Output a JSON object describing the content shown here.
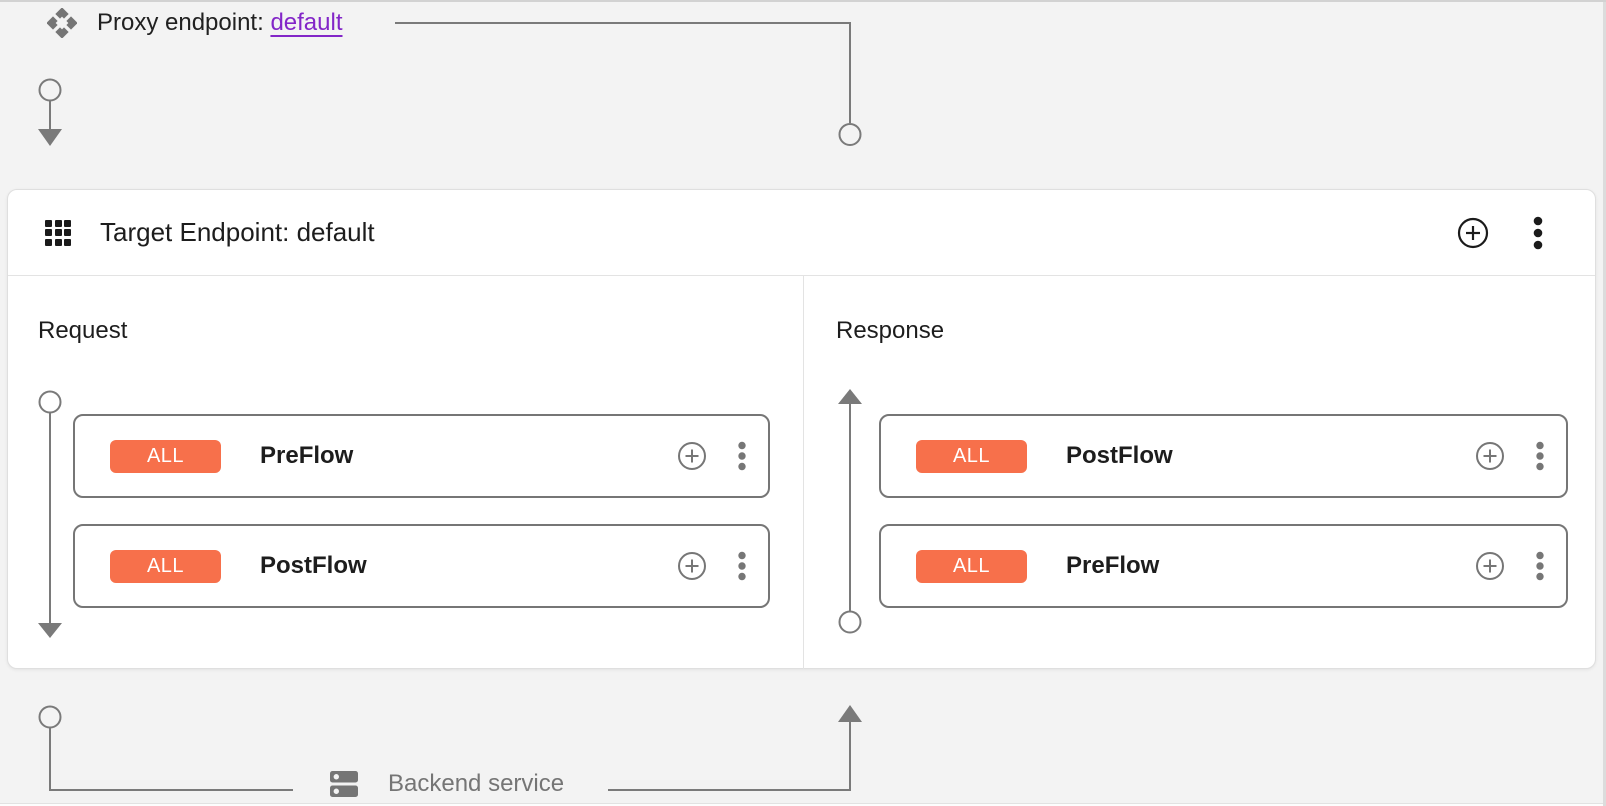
{
  "proxy": {
    "label": "Proxy endpoint: ",
    "link_text": "default"
  },
  "target": {
    "title": "Target Endpoint: default",
    "request": {
      "title": "Request",
      "flows": [
        {
          "badge": "ALL",
          "name": "PreFlow"
        },
        {
          "badge": "ALL",
          "name": "PostFlow"
        }
      ]
    },
    "response": {
      "title": "Response",
      "flows": [
        {
          "badge": "ALL",
          "name": "PostFlow"
        },
        {
          "badge": "ALL",
          "name": "PreFlow"
        }
      ]
    }
  },
  "backend": {
    "label": "Backend service"
  },
  "icons": {
    "proxy_endpoint": "proxy-diamond-icon",
    "target_endpoint": "grid-icon",
    "add": "plus-circle-icon",
    "more": "kebab-menu-icon",
    "backend": "server-dns-icon"
  },
  "colors": {
    "badge_bg": "#f7704b",
    "link_purple": "#8326c8",
    "rail_gray": "#7a7a7a",
    "page_bg": "#f3f3f3",
    "card_border": "#767676"
  }
}
